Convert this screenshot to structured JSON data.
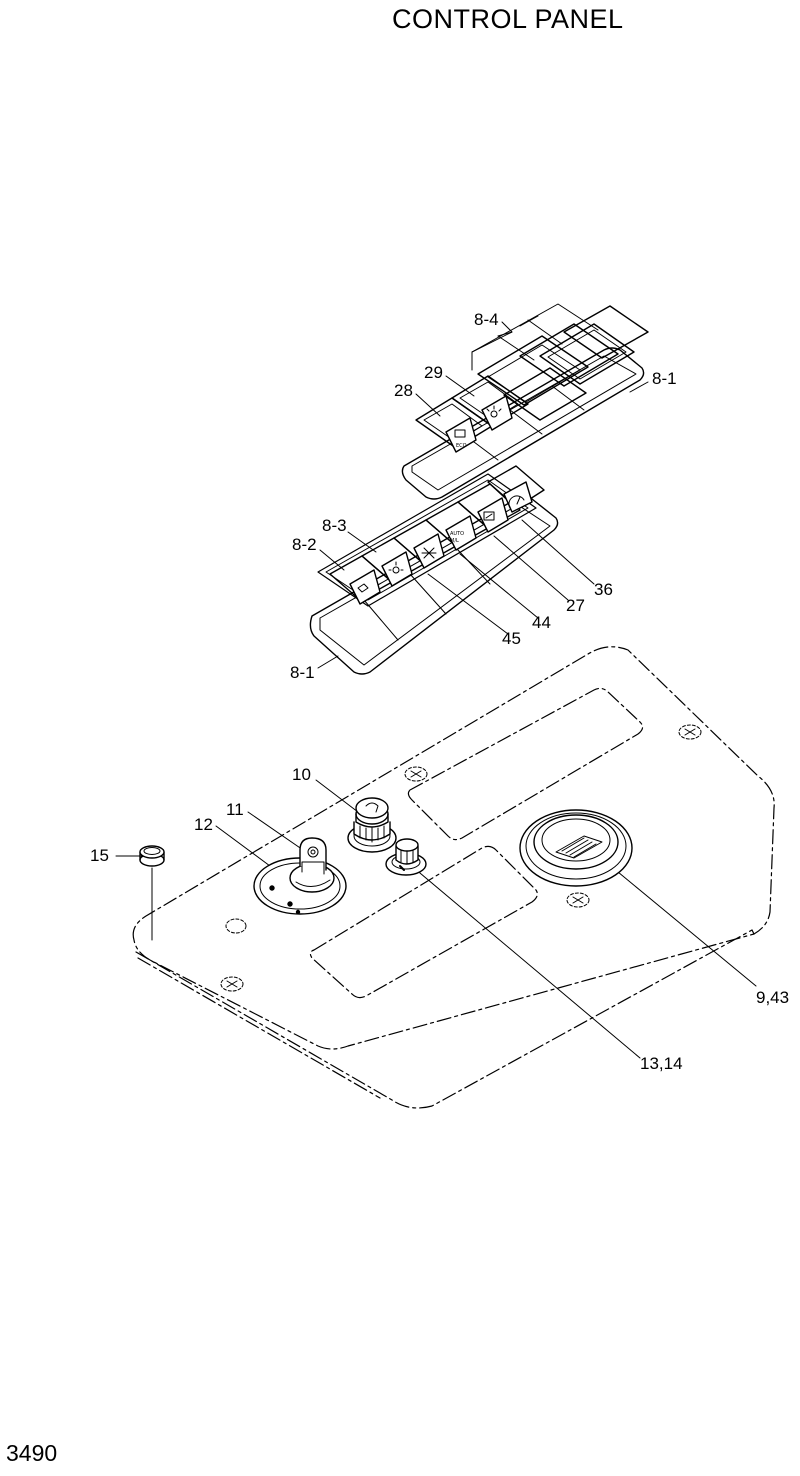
{
  "title": "CONTROL PANEL",
  "page_number": "3490",
  "callouts": {
    "c8_4": "8-4",
    "c29": "29",
    "c28": "28",
    "c8_1_top": "8-1",
    "c8_3": "8-3",
    "c8_2": "8-2",
    "c36": "36",
    "c27": "27",
    "c44": "44",
    "c45": "45",
    "c8_1_bottom": "8-1",
    "c10": "10",
    "c11": "11",
    "c12": "12",
    "c15": "15",
    "c9_43": "9,43",
    "c13_14": "13,14"
  },
  "icons": {
    "switch_28": "engine-speed-icon",
    "switch_29": "work-light-icon",
    "switch_8_2": "fuel-icon",
    "switch_8_3": "light-icon",
    "switch_45": "fan-icon",
    "switch_44": "mode-icon",
    "switch_27": "cab-light-icon",
    "switch_36": "wiper-icon"
  },
  "colors": {
    "line": "#000000",
    "background": "#ffffff"
  }
}
